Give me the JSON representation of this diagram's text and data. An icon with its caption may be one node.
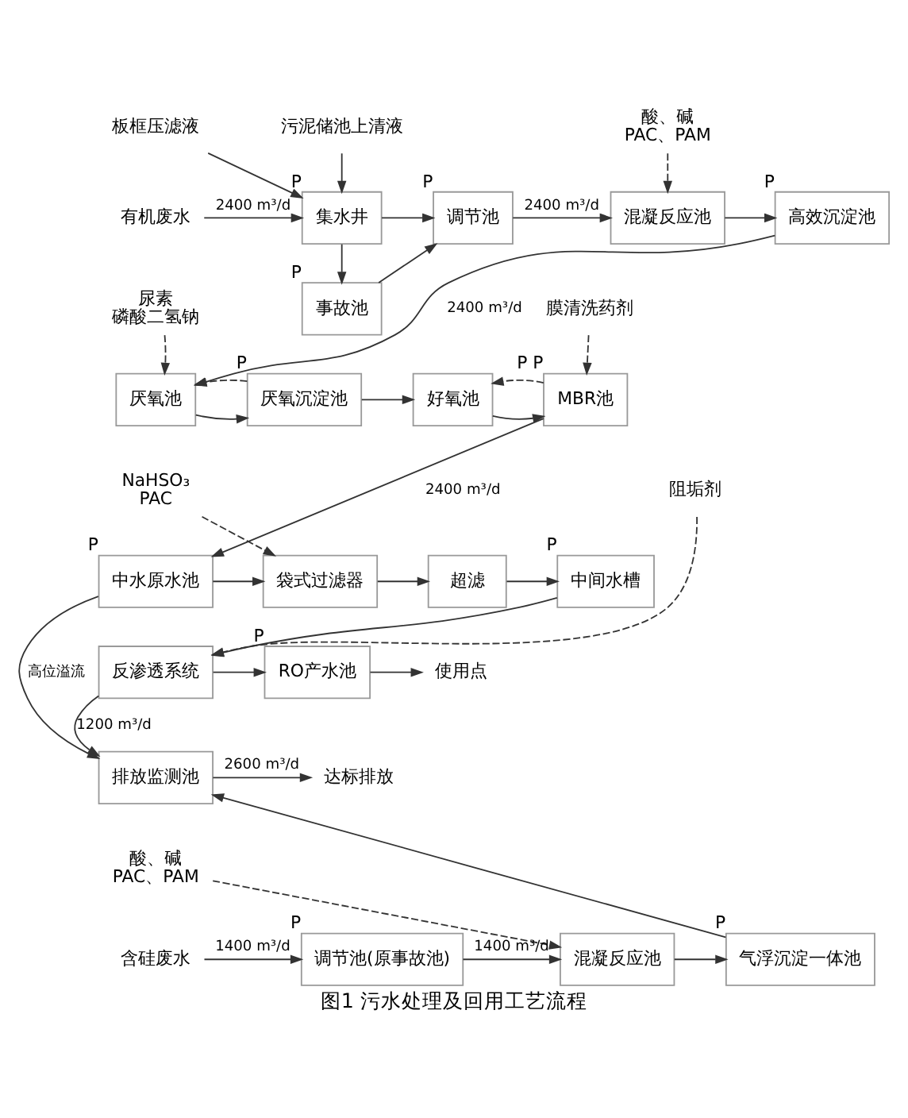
{
  "diagram": {
    "caption": "图1 污水处理及回用工艺流程",
    "nodes": [
      {
        "text": [
          "板框压滤液"
        ]
      },
      {
        "text": [
          "污泥储池上清液"
        ]
      },
      {
        "text": [
          "有机废水"
        ]
      },
      {
        "text": [
          "集水井"
        ],
        "beside": [
          "P"
        ]
      },
      {
        "text": [
          "事故池"
        ],
        "beside": [
          "P"
        ]
      },
      {
        "text": [
          "调节池"
        ],
        "beside": [
          "P"
        ]
      },
      {
        "text": [
          "酸、碱",
          "PAC、PAM"
        ]
      },
      {
        "text": [
          "混凝反应池"
        ]
      },
      {
        "text": [
          "高效沉淀池"
        ],
        "beside": [
          "P"
        ]
      },
      {
        "text": [
          "尿素",
          "磷酸二氢钠"
        ]
      },
      {
        "text": [
          "厌氧池"
        ]
      },
      {
        "text": [
          "厌氧沉淀池"
        ],
        "beside": [
          "P"
        ]
      },
      {
        "text": [
          "好氧池"
        ]
      },
      {
        "text": [
          "MBR池"
        ],
        "beside": [
          "P",
          "P"
        ]
      },
      {
        "text": [
          "膜清洗药剂"
        ]
      },
      {
        "text": [
          "中水原水池"
        ],
        "beside": [
          "P"
        ]
      },
      {
        "text": [
          "NaHSO₃",
          "PAC"
        ]
      },
      {
        "text": [
          "袋式过滤器"
        ]
      },
      {
        "text": [
          "超滤"
        ]
      },
      {
        "text": [
          "中间水槽"
        ],
        "beside": [
          "P"
        ]
      },
      {
        "text": [
          "阻垢剂"
        ]
      },
      {
        "text": [
          "反渗透系统"
        ]
      },
      {
        "text": [
          "RO产水池"
        ],
        "beside": [
          "P"
        ]
      },
      {
        "text": [
          "使用点"
        ]
      },
      {
        "text": [
          "排放监测池"
        ]
      },
      {
        "text": [
          "达标排放"
        ]
      },
      {
        "text": [
          "酸、碱",
          "PAC、PAM"
        ]
      },
      {
        "text": [
          "含硅废水"
        ]
      },
      {
        "text": [
          "调节池(原事故池)"
        ],
        "beside": [
          "P"
        ]
      },
      {
        "text": [
          "混凝反应池"
        ]
      },
      {
        "text": [
          "气浮沉淀一体池"
        ],
        "beside": [
          "P"
        ]
      }
    ],
    "edges": [
      {
        "from": 0,
        "to": 3,
        "arrow": "to"
      },
      {
        "from": 1,
        "to": 3,
        "arrow": "to"
      },
      {
        "from": 2,
        "to": 3,
        "arrow": "to",
        "label": "2400 m³/d"
      },
      {
        "from": 3,
        "to": 4,
        "arrow": "to"
      },
      {
        "from": 3,
        "to": 5,
        "arrow": "to"
      },
      {
        "from": 4,
        "to": 5,
        "arrow": "to"
      },
      {
        "from": 5,
        "to": 7,
        "arrow": "to",
        "label": "2400 m³/d"
      },
      {
        "from": 6,
        "to": 7,
        "arrow": "to",
        "style": "dashed"
      },
      {
        "from": 7,
        "to": 8,
        "arrow": "to"
      },
      {
        "from": 8,
        "to": 10,
        "arrow": "to",
        "label": "2400 m³/d"
      },
      {
        "from": 9,
        "to": 10,
        "arrow": "to",
        "style": "dashed"
      },
      {
        "from": 10,
        "to": 11,
        "arrow": "to"
      },
      {
        "from": 11,
        "to": 10,
        "arrow": "to",
        "style": "dashed"
      },
      {
        "from": 11,
        "to": 12,
        "arrow": "to"
      },
      {
        "from": 12,
        "to": 13,
        "arrow": "to"
      },
      {
        "from": 14,
        "to": 13,
        "arrow": "to",
        "style": "dashed"
      },
      {
        "from": 13,
        "to": 12,
        "arrow": "to",
        "style": "dashed"
      },
      {
        "from": 13,
        "to": 15,
        "arrow": "to",
        "label": "2400 m³/d"
      },
      {
        "from": 15,
        "to": 24,
        "arrow": "to",
        "label": "高位溢流"
      },
      {
        "from": 15,
        "to": 17,
        "arrow": "to"
      },
      {
        "from": 16,
        "to": 17,
        "arrow": "to",
        "style": "dashed"
      },
      {
        "from": 17,
        "to": 18,
        "arrow": "to"
      },
      {
        "from": 18,
        "to": 19,
        "arrow": "to"
      },
      {
        "from": 20,
        "to": 21,
        "arrow": "to",
        "style": "dashed"
      },
      {
        "from": 19,
        "to": 21,
        "arrow": "to"
      },
      {
        "from": 21,
        "to": 22,
        "arrow": "to"
      },
      {
        "from": 22,
        "to": 23,
        "arrow": "to"
      },
      {
        "from": 21,
        "to": 24,
        "arrow": "to",
        "label": "1200 m³/d"
      },
      {
        "from": 24,
        "to": 25,
        "arrow": "to",
        "label": "2600 m³/d"
      },
      {
        "from": 30,
        "to": 24,
        "arrow": "to"
      },
      {
        "from": 26,
        "to": 29,
        "arrow": "to",
        "style": "dashed"
      },
      {
        "from": 27,
        "to": 28,
        "arrow": "to",
        "label": "1400 m³/d"
      },
      {
        "from": 28,
        "to": 29,
        "arrow": "to",
        "label": "1400 m³/d"
      },
      {
        "from": 29,
        "to": 30,
        "arrow": "to"
      }
    ]
  }
}
